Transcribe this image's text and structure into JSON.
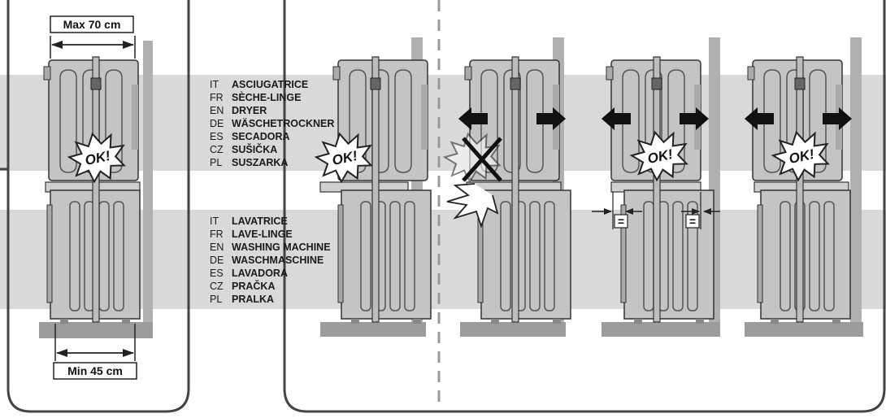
{
  "dimensions": {
    "max_width": "Max 70 cm",
    "min_width": "Min 45 cm"
  },
  "badges": {
    "ok": "OK!",
    "equal": "="
  },
  "dryer_labels": [
    {
      "code": "IT",
      "name": "ASCIUGATRICE"
    },
    {
      "code": "FR",
      "name": "SÈCHE-LINGE"
    },
    {
      "code": "EN",
      "name": "DRYER"
    },
    {
      "code": "DE",
      "name": "WÄSCHETROCKNER"
    },
    {
      "code": "ES",
      "name": "SECADORA"
    },
    {
      "code": "CZ",
      "name": "SUŠIČKA"
    },
    {
      "code": "PL",
      "name": "SUSZARKA"
    }
  ],
  "washer_labels": [
    {
      "code": "IT",
      "name": "LAVATRICE"
    },
    {
      "code": "FR",
      "name": "LAVE-LINGE"
    },
    {
      "code": "EN",
      "name": "WASHING MACHINE"
    },
    {
      "code": "DE",
      "name": "WASCHMASCHINE"
    },
    {
      "code": "ES",
      "name": "LAVADORA"
    },
    {
      "code": "CZ",
      "name": "PRAČKA"
    },
    {
      "code": "PL",
      "name": "PRALKA"
    }
  ],
  "icons": [
    "ok-burst-icon",
    "cross-icon",
    "crash-burst-icon",
    "arrow-left-icon",
    "arrow-right-icon",
    "strap-icon"
  ],
  "colors": {
    "band": "#d9d9d9",
    "machine": "#c4c4c4",
    "outline": "#333333",
    "dark": "#1a1a1a"
  }
}
